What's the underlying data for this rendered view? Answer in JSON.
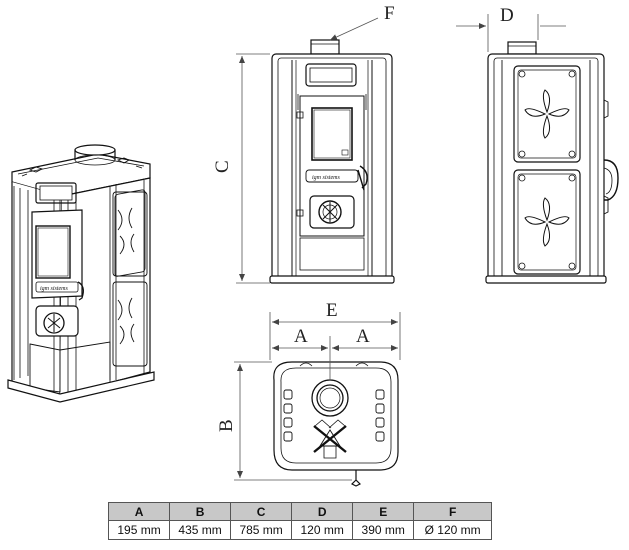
{
  "dimension_labels": {
    "height_total": "C",
    "flue_outlet": "F",
    "depth_offset": "D",
    "width": "E",
    "half_width_left": "A",
    "half_width_right": "A",
    "depth": "B"
  },
  "brand_text": {
    "front_view": "igm sistems",
    "perspective_view": "igm sistems"
  },
  "spec_table": {
    "headers": [
      "A",
      "B",
      "C",
      "D",
      "E",
      "F"
    ],
    "values": [
      "195 mm",
      "435 mm",
      "785 mm",
      "120 mm",
      "390 mm",
      "Ø 120 mm"
    ]
  }
}
